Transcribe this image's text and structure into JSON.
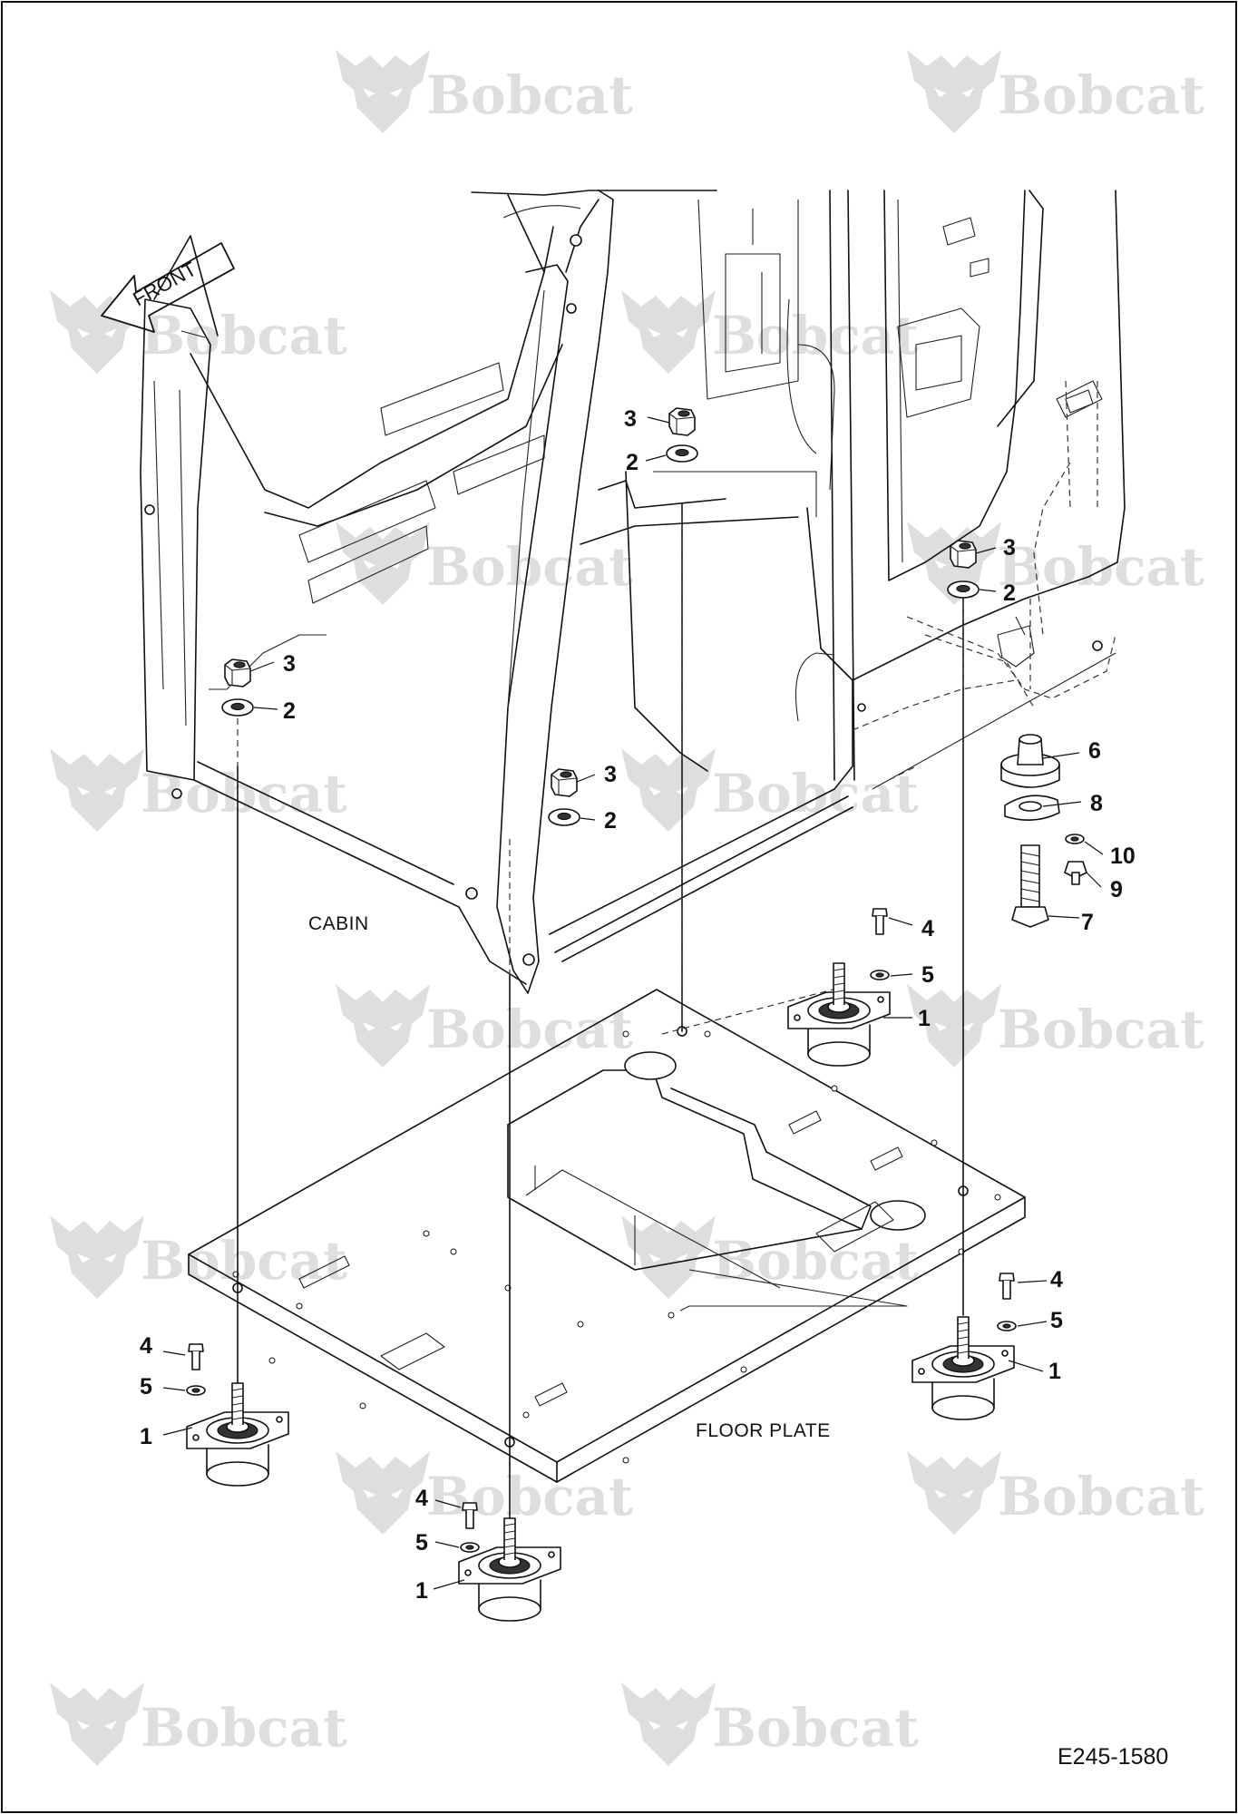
{
  "watermark": {
    "brand_text": "Bobcat",
    "positions_note": ""
  },
  "labels": {
    "front_arrow": "FRONT",
    "cabin": "CABIN",
    "floor_plate": "FLOOR PLATE",
    "figure_id": "E245-1580"
  },
  "callouts": {
    "c1": "3",
    "c2": "2",
    "c3": "3",
    "c4": "2",
    "c5": "3",
    "c6": "2",
    "c7": "3",
    "c8": "2",
    "c9": "6",
    "c10": "8",
    "c11": "10",
    "c12": "9",
    "c13": "7",
    "c14": "4",
    "c15": "5",
    "c16": "1",
    "c17": "4",
    "c18": "5",
    "c19": "1",
    "c20": "4",
    "c21": "5",
    "c22": "1",
    "c23": "4",
    "c24": "5",
    "c25": "1"
  },
  "colors": {
    "line": "#111111",
    "watermark": "#dedede",
    "background": "#ffffff"
  },
  "icons": {
    "watermark_logo": "bobcat-logo-icon",
    "front_arrow": "front-arrow-icon"
  }
}
